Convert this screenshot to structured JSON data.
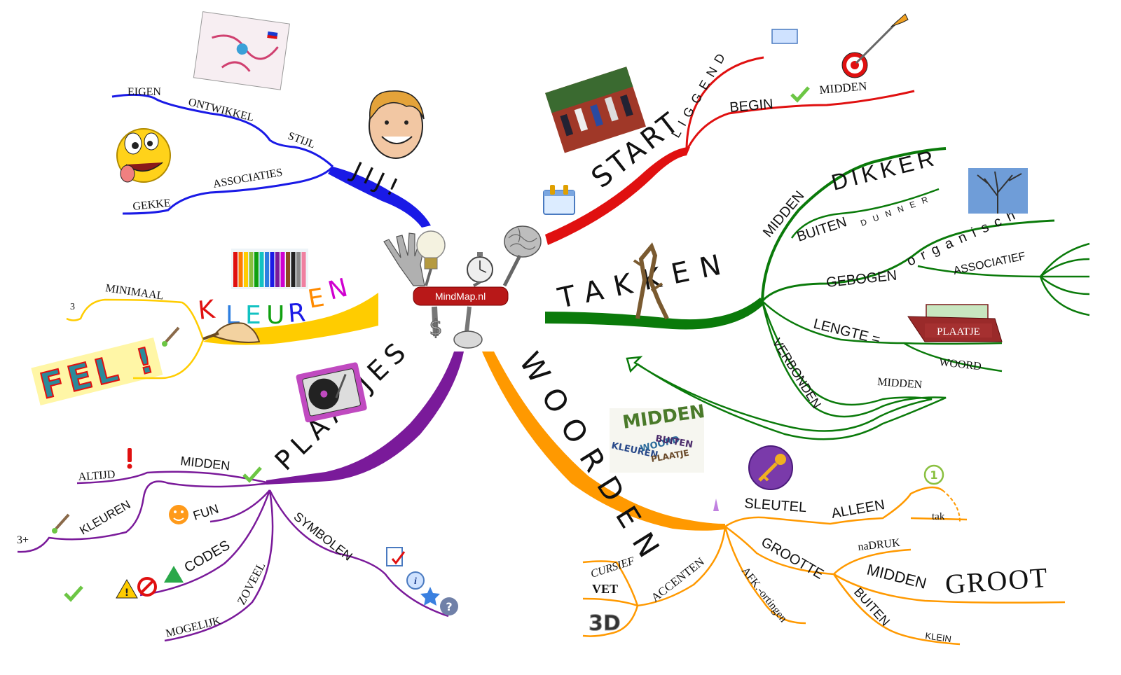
{
  "center": {
    "label": "MindMap.nl",
    "icons": [
      "hand-icon",
      "lightbulb-icon",
      "stopwatch-icon",
      "brain-icon",
      "dollar-icon",
      "toilet-icon",
      "pocket-knife-icon"
    ]
  },
  "branches": {
    "jij": {
      "title": "JIJ!",
      "color": "#1a1ae6",
      "labels": {
        "eigen": "EIGEN",
        "ontwikkel": "ONTWIKKEL",
        "stijl": "STIJL",
        "associaties": "ASSOCIATIES",
        "gekke": "GEKKE"
      },
      "icons": [
        "mindmap-thumbnail-icon",
        "smiling-boy-icon",
        "crazy-smiley-icon"
      ]
    },
    "start": {
      "title": "START",
      "color": "#e01010",
      "labels": {
        "liggend": "LIGGEND",
        "begin": "BEGIN",
        "midden": "MIDDEN"
      },
      "icons": [
        "runners-photo-icon",
        "calendar-icon",
        "card-icon",
        "target-dart-icon",
        "checkmark-icon"
      ]
    },
    "takken": {
      "title": "TAKKEN",
      "color": "#0a7a0a",
      "labels": {
        "midden": "MIDDEN",
        "dikker": "DIKKER",
        "buiten": "BUITEN",
        "dunner": "DUNNER",
        "gebogen": "GEBOGEN",
        "organisch": "organisch",
        "associatief": "ASSOCIATIEF",
        "lengte": "LENGTE =",
        "plaatje": "PLAATJE",
        "woord": "WOORD",
        "verbonden": "VERBONDEN",
        "midden2": "MIDDEN"
      },
      "icons": [
        "bare-tree-icon",
        "branch-sculpture-icon",
        "plaatje-box-icon"
      ]
    },
    "kleuren": {
      "title": "KLEUREN",
      "color": "#ffcc00",
      "letters": [
        "K",
        "L",
        "E",
        "U",
        "R",
        "E",
        "N"
      ],
      "letter_colors": [
        "#e01010",
        "#2d7ee0",
        "#12c2c2",
        "#10a010",
        "#1a1ae6",
        "#ff8a00",
        "#d000d0"
      ],
      "labels": {
        "minimaal": "MINIMAAL",
        "three": "3",
        "fel": "FEL !"
      },
      "icons": [
        "colored-pencils-icon",
        "paintbrush-icon",
        "brush-small-icon",
        "fel-wordart-icon"
      ]
    },
    "plaatjes": {
      "title": "PLAATJES",
      "color": "#7a1a9a",
      "labels": {
        "altijd": "ALTIJD",
        "midden": "MIDDEN",
        "three_plus": "3+",
        "kleuren": "KLEUREN",
        "fun": "FUN",
        "codes": "CODES",
        "zoveel": "ZOVEEL",
        "mogelijk": "MOGELIJK",
        "symbolen": "SYMBOLEN"
      },
      "icons": [
        "turntable-icon",
        "exclamation-icon",
        "checkmark-icon",
        "brush-small-icon",
        "smiley-icon",
        "warning-icon",
        "no-entry-icon",
        "triangle-icon",
        "document-check-icon",
        "info-icon",
        "star-icon",
        "question-icon"
      ]
    },
    "woorden": {
      "title": "WOORDEN",
      "color": "#ff9900",
      "labels": {
        "sleutel": "SLEUTEL",
        "alleen": "ALLEEN",
        "tak": "tak",
        "grootte": "GROOTTE",
        "nadruk": "naDRUK",
        "midden": "MIDDEN",
        "groot": "GROOT",
        "buiten": "BUITEN",
        "klein": "KLEIN",
        "accenten": "ACCENTEN",
        "cursief": "CURSIEF",
        "vet": "VET",
        "three_d": "3D",
        "afkortingen": "AFK.-ortingen",
        "one": "1"
      },
      "icons": [
        "word-cloud-icon",
        "key-icon",
        "number-one-icon",
        "pen-icon"
      ]
    }
  },
  "wordcloud": [
    "MIDDEN",
    "KLEUREN",
    "WOORD",
    "BUITEN",
    "PLAATJE"
  ]
}
